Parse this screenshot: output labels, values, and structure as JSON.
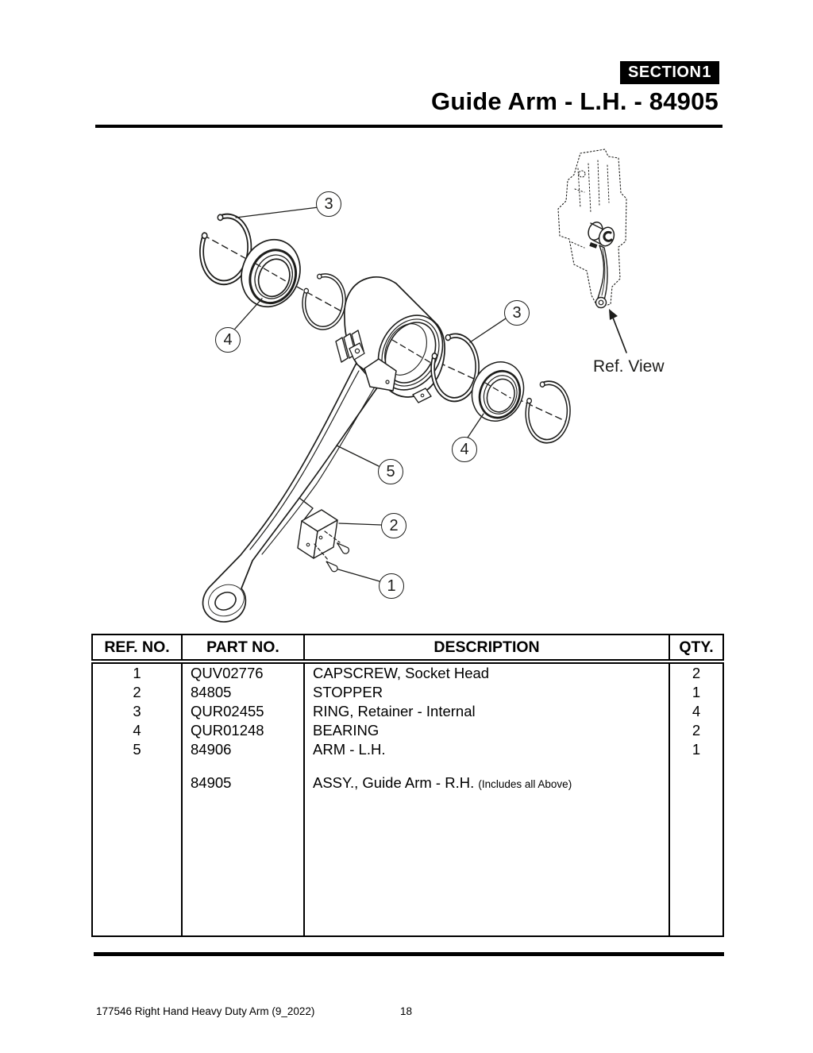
{
  "page_header": {
    "section_label": "SECTION",
    "section_number": "1",
    "title": "Guide Arm - L.H. - 84905"
  },
  "diagram": {
    "ref_view_label": "Ref. View",
    "callouts": [
      "3",
      "4",
      "3",
      "4",
      "5",
      "2",
      "1"
    ]
  },
  "parts_table": {
    "headers": [
      "REF. NO.",
      "PART NO.",
      "DESCRIPTION",
      "QTY."
    ],
    "rows": [
      {
        "ref_no": "1",
        "part_no": "QUV02776",
        "description": "CAPSCREW, Socket Head",
        "qty": "2"
      },
      {
        "ref_no": "2",
        "part_no": "84805",
        "description": "STOPPER",
        "qty": "1"
      },
      {
        "ref_no": "3",
        "part_no": "QUR02455",
        "description": "RING, Retainer - Internal",
        "qty": "4"
      },
      {
        "ref_no": "4",
        "part_no": "QUR01248",
        "description": "BEARING",
        "qty": "2"
      },
      {
        "ref_no": "5",
        "part_no": "84906",
        "description": "ARM - L.H.",
        "qty": "1"
      },
      {
        "ref_no": "",
        "part_no": "84905",
        "description": "ASSY., Guide Arm - R.H.",
        "description_note": "(Includes all Above)",
        "qty": ""
      }
    ]
  },
  "page_footer": {
    "document_ref": "177546 Right Hand Heavy Duty Arm (9_2022)",
    "page_number": "18"
  },
  "colors": {
    "ink": "#1d1d1b",
    "badge_bg": "#000000",
    "badge_fg": "#ffffff"
  }
}
